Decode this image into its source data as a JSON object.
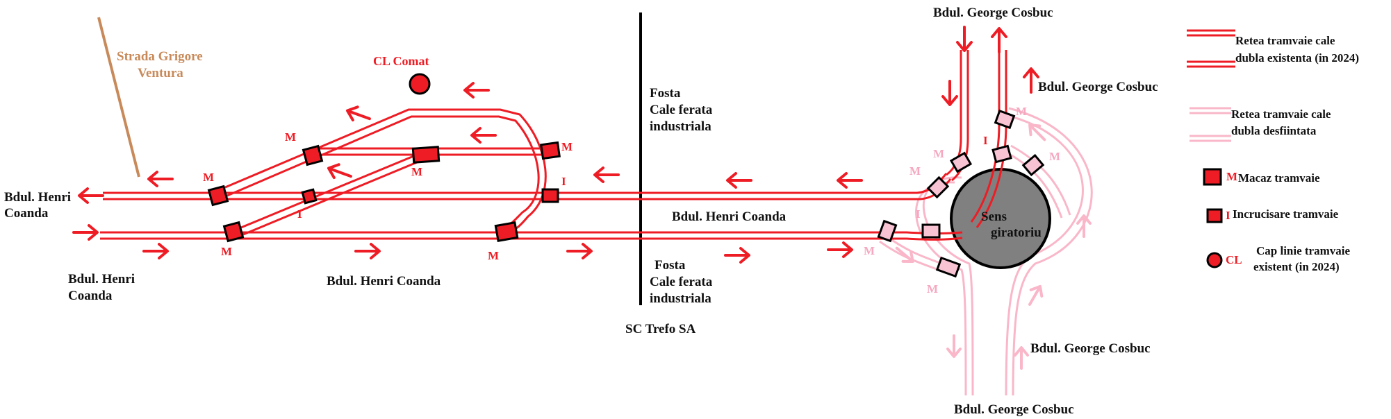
{
  "colors": {
    "track_existing": "#ee1c24",
    "track_removed": "#f9b7c9",
    "switch_fill": "#ee1c24",
    "switch_removed_fill": "#f8c4d4",
    "roundabout": "#808080",
    "rail_line": "#000000",
    "street_brown": "#c88a5a"
  },
  "labels": {
    "henri_coanda_left_top": [
      "Bdul. Henri",
      "Coanda"
    ],
    "henri_coanda_left_bottom": [
      "Bdul. Henri",
      "Coanda"
    ],
    "henri_coanda_center": "Bdul. Henri Coanda",
    "henri_coanda_right": "Bdul. Henri Coanda",
    "grigore_ventura": [
      "Strada Grigore",
      "Ventura"
    ],
    "cl_comat": "CL Comat",
    "fosta_top": [
      "Fosta",
      "Cale ferata",
      "industriala"
    ],
    "fosta_bottom": [
      "Fosta",
      "Cale ferata",
      "industriala"
    ],
    "sc_trefo": "SC Trefo SA",
    "cosbuc_top": "Bdul. George Cosbuc",
    "cosbuc_right_top": "Bdul. George Cosbuc",
    "cosbuc_right_bottom": "Bdul. George Cosbuc",
    "cosbuc_bottom": "Bdul. George Cosbuc",
    "roundabout": [
      "Sens",
      "giratoriu"
    ]
  },
  "marks": {
    "switch": "M",
    "crossing": "I"
  },
  "legend": {
    "existing": [
      "Retea tramvaie cale",
      "dubla existenta (in 2024)"
    ],
    "removed": [
      "Retea tramvaie cale",
      "dubla desfiintata"
    ],
    "switch": "Macaz tramvaie",
    "crossing": "Incrucisare tramvaie",
    "terminus_mark": "CL",
    "terminus": [
      "Cap linie tramvaie",
      "existent (in 2024)"
    ]
  }
}
